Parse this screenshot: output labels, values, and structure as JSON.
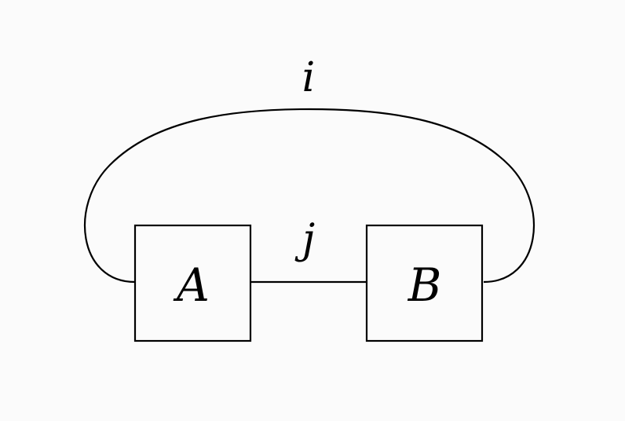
{
  "diagram": {
    "nodes": [
      {
        "id": "A",
        "label": "A"
      },
      {
        "id": "B",
        "label": "B"
      }
    ],
    "edges": [
      {
        "id": "i",
        "label": "i",
        "from": "A",
        "to": "B",
        "route": "over-top"
      },
      {
        "id": "j",
        "label": "j",
        "from": "A",
        "to": "B",
        "route": "direct"
      }
    ],
    "colors": {
      "background": "#fbfbfb",
      "stroke": "#000000"
    }
  }
}
